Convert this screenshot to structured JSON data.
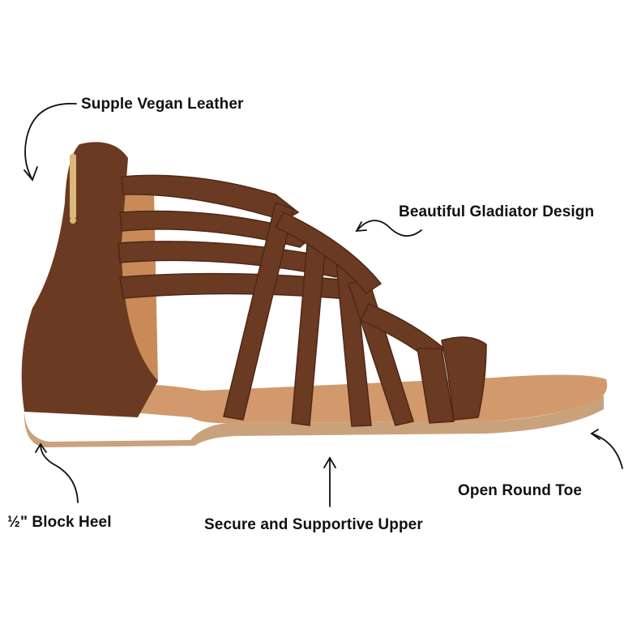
{
  "image": {
    "subject": "sandal-product-photo",
    "colors": {
      "strap": "#6b3a22",
      "strap_dark": "#4f2816",
      "footbed": "#d29a6c",
      "sole": "#c9a27c",
      "zipper": "#d9b87a"
    }
  },
  "callouts": [
    {
      "id": "vegan",
      "text": "Supple Vegan Leather"
    },
    {
      "id": "gladiator",
      "text": "Beautiful Gladiator Design"
    },
    {
      "id": "toe",
      "text": "Open Round Toe"
    },
    {
      "id": "heel",
      "text": "½\" Block Heel"
    },
    {
      "id": "upper",
      "text": "Secure and Supportive Upper"
    }
  ]
}
